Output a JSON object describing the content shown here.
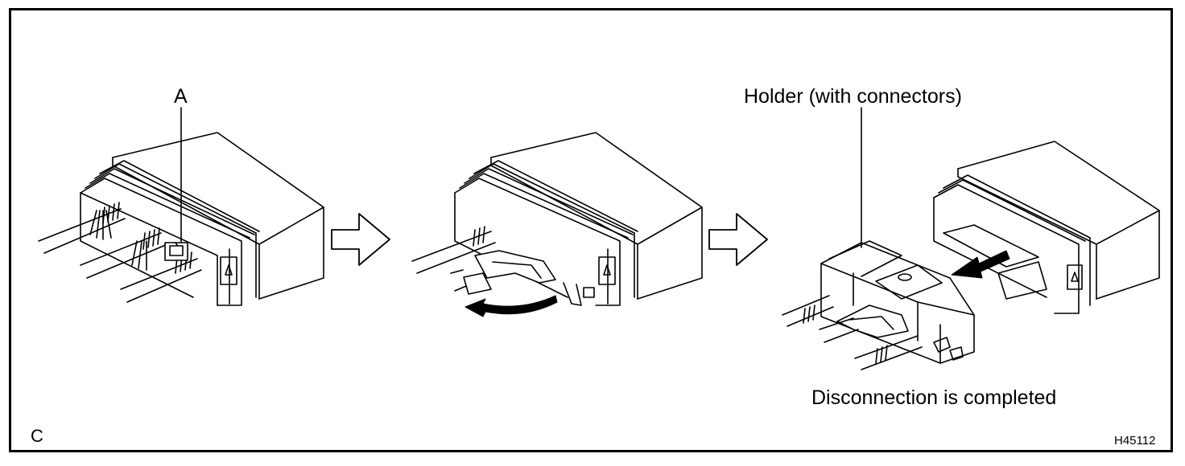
{
  "labels": {
    "part_a": "A",
    "holder": "Holder (with connectors)",
    "completed": "Disconnection is completed",
    "step": "C",
    "figure_code": "H45112"
  },
  "icons": [
    "step-arrow-icon",
    "direction-arrow-icon"
  ]
}
